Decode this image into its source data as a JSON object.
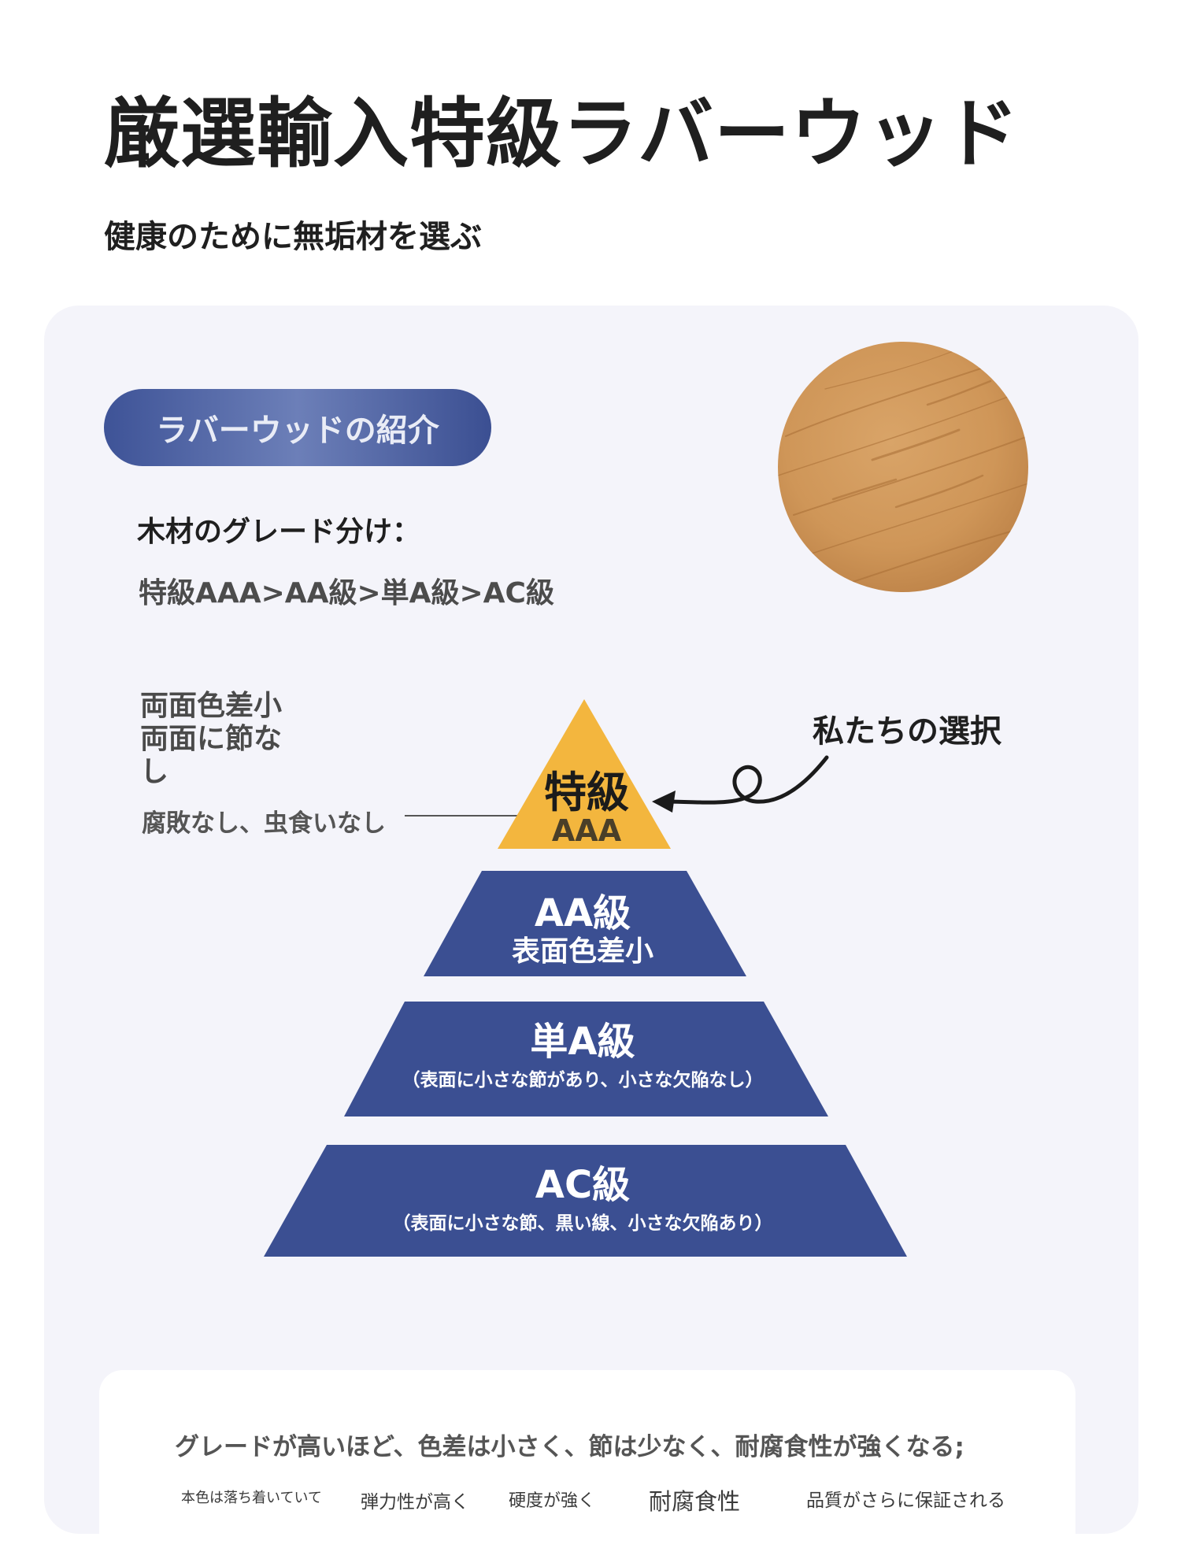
{
  "title": "厳選輸入特級ラバーウッド",
  "subtitle": "健康のために無垢材を選ぶ",
  "intro_label": "ラバーウッドの紹介",
  "grading": {
    "heading": "木材のグレード分け：",
    "order": "特級AAA>AA級>単A級>AC級"
  },
  "top_grade_notes": {
    "lines": [
      "両面色差小",
      "両面に節な",
      "し"
    ],
    "side_note": "腐敗なし、虫食いなし"
  },
  "choice_label": "私たちの選択",
  "pyramid": [
    {
      "title": "特級",
      "sub": "AAA",
      "color": "#f3b63e"
    },
    {
      "title": "AA級",
      "sub": "表面色差小",
      "color": "#3b4f92"
    },
    {
      "title": "単A級",
      "sub": "（表面に小さな節があり、小さな欠陥なし）",
      "color": "#3b4f92"
    },
    {
      "title": "AC級",
      "sub": "（表面に小さな節、黒い線、小さな欠陥あり）",
      "color": "#3b4f92"
    }
  ],
  "summary": "グレードが高いほど、色差は小さく、節は少なく、耐腐食性が強くなる;",
  "properties": [
    "本色は落ち着いていて",
    "弾力性が高く",
    "硬度が強く",
    "耐腐食性",
    "品質がさらに保証される"
  ],
  "colors": {
    "navy": "#3b4f92",
    "gold": "#f3b63e",
    "wood": "#cf9658",
    "panel": "#f4f4fa"
  }
}
